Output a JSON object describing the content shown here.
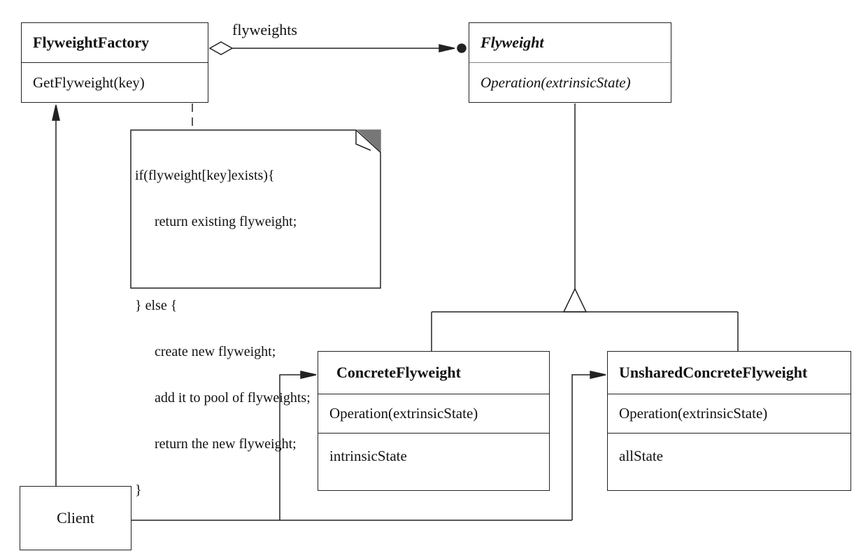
{
  "association_label": "flyweights",
  "flyweight_factory": {
    "name": "FlyweightFactory",
    "operation": "GetFlyweight(key)"
  },
  "flyweight": {
    "name": "Flyweight",
    "operation": "Operation(extrinsicState)"
  },
  "concrete_flyweight": {
    "name": "ConcreteFlyweight",
    "operation": "Operation(extrinsicState)",
    "attribute": "intrinsicState"
  },
  "unshared_concrete_flyweight": {
    "name": "UnsharedConcreteFlyweight",
    "operation": "Operation(extrinsicState)",
    "attribute": "allState"
  },
  "client": {
    "name": "Client"
  },
  "note": {
    "line1": "if(flyweight[key]exists){",
    "line2": "return existing flyweight;",
    "line3": "} else {",
    "line4": "create new flyweight;",
    "line5": "add it to pool of flyweights;",
    "line6": "return the new flyweight;",
    "line7": "}"
  }
}
